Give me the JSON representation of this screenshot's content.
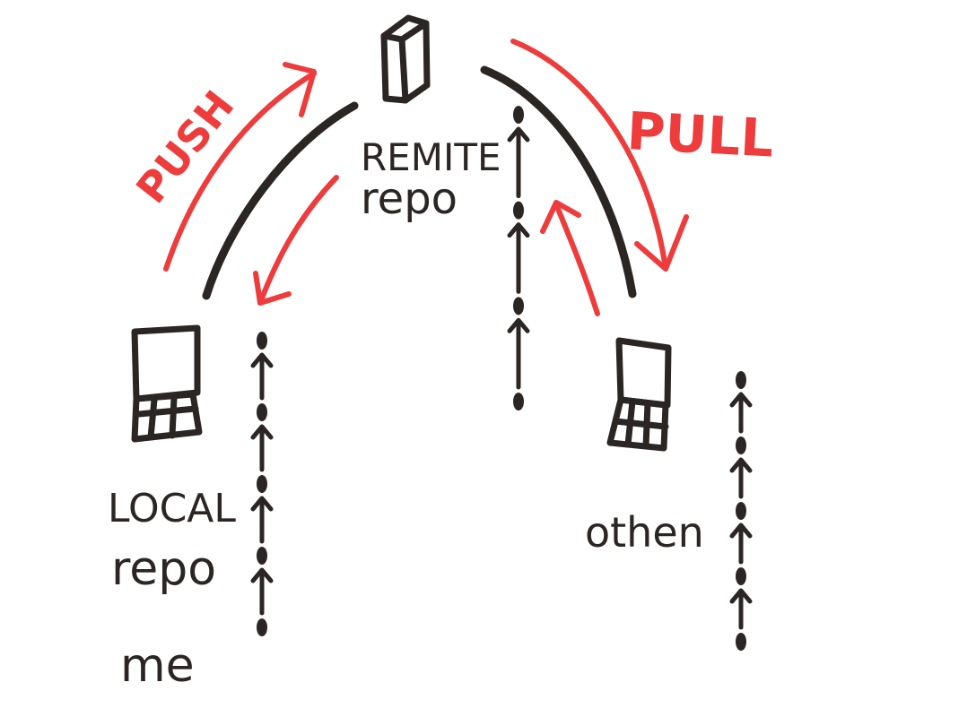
{
  "colors": {
    "ink": "#2b2523",
    "red": "#ee3b3b",
    "paper": "#ffffff"
  },
  "labels": {
    "push": "PUSH",
    "pull": "PULL",
    "remote_title": "REMITE",
    "remote_sub": "repo",
    "local_title": "LOCAL",
    "local_sub": "repo",
    "local_owner": "me",
    "other": "othen"
  },
  "icons": {
    "server": "server-icon",
    "local_device": "computer-icon",
    "other_device": "computer-icon"
  },
  "commit_chains": {
    "local": {
      "commits": 5,
      "direction": "up"
    },
    "remote": {
      "commits": 4,
      "direction": "up"
    },
    "other": {
      "commits": 5,
      "direction": "up"
    }
  }
}
